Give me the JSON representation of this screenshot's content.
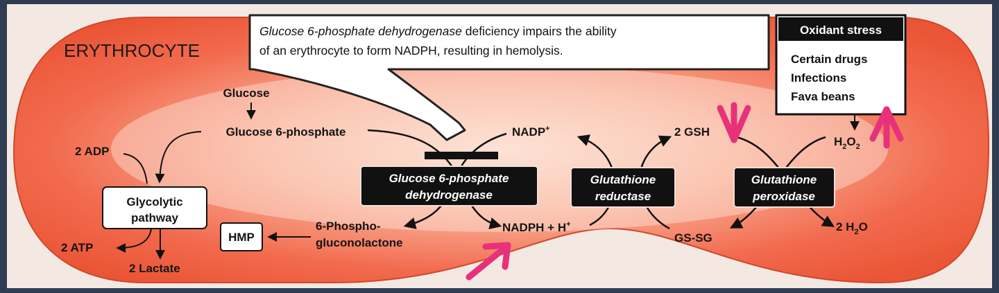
{
  "cell_label": "ERYTHROCYTE",
  "callout": {
    "italic_part": "Glucose 6-phosphate dehydrogenase",
    "rest_line1": " deficiency impairs the ability",
    "line2": "of an erythrocyte to form NADPH, resulting in hemolysis."
  },
  "oxidant_box": {
    "title": "Oxidant stress",
    "items": [
      "Certain drugs",
      "Infections",
      "Fava beans"
    ]
  },
  "metabolites": {
    "glucose": "Glucose",
    "g6p": "Glucose 6-phosphate",
    "adp": "2 ADP",
    "atp": "2 ATP",
    "lactate": "2 Lactate",
    "hmp": "HMP",
    "phospho_line1": "6-Phospho-",
    "phospho_line2": "gluconolactone",
    "nadp": "NADP",
    "nadp_sup": "+",
    "nadph": "NADPH + H",
    "nadph_sup": "+",
    "gsh": "2 GSH",
    "gssg": "GS-SG",
    "h2o2_h": "H",
    "h2o2_2a": "2",
    "h2o2_o": "O",
    "h2o2_2b": "2",
    "h2o_prefix": "2 H",
    "h2o_sub": "2",
    "h2o_o": "O"
  },
  "glycolytic": {
    "line1": "Glycolytic",
    "line2": "pathway"
  },
  "enzymes": {
    "g6pd": {
      "line1": "Glucose 6-phosphate",
      "line2": "dehydrogenase"
    },
    "gr": {
      "line1": "Glutathione",
      "line2": "reductase"
    },
    "gp": {
      "line1": "Glutathione",
      "line2": "peroxidase"
    }
  },
  "colors": {
    "cell_core": "#f26a4e",
    "cell_halo": "#fde0d2",
    "highlight_arrow": "#e8317a",
    "enzyme_box": "#111111"
  }
}
